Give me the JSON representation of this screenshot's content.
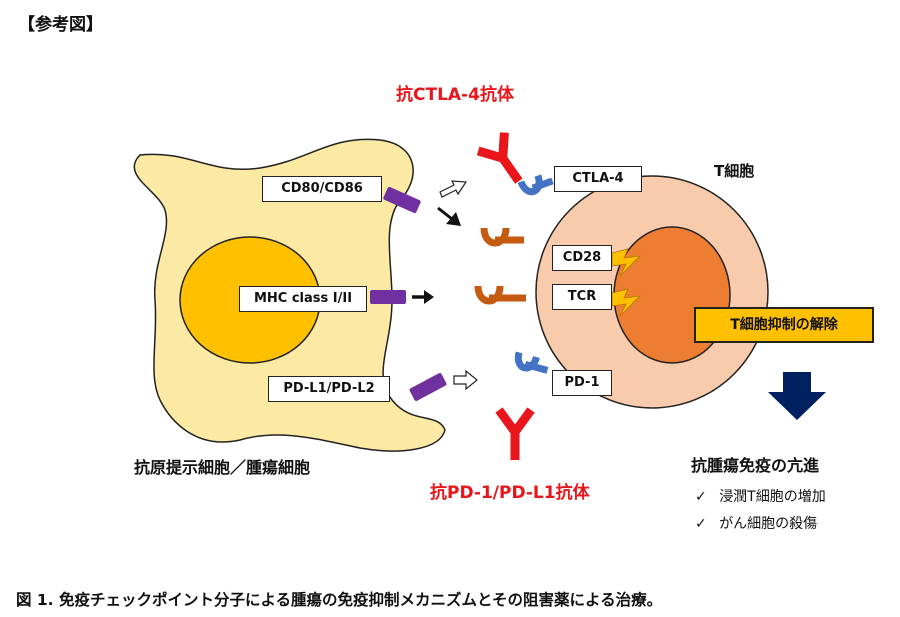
{
  "header": {
    "title": "【参考図】"
  },
  "apc": {
    "caption": "抗原提示細胞／腫瘍細胞",
    "molecules": [
      {
        "id": "cd80",
        "label": "CD80/CD86"
      },
      {
        "id": "mhc",
        "label": "MHC class I/II"
      },
      {
        "id": "pdl1",
        "label": "PD-L1/PD-L2"
      }
    ]
  },
  "tcell": {
    "title": "T細胞",
    "receptors": [
      {
        "id": "ctla4",
        "label": "CTLA-4"
      },
      {
        "id": "cd28",
        "label": "CD28"
      },
      {
        "id": "tcr",
        "label": "TCR"
      },
      {
        "id": "pd1",
        "label": "PD-1"
      }
    ],
    "release_label": "T細胞抑制の解除"
  },
  "antibodies": {
    "anti_ctla4": "抗CTLA-4抗体",
    "anti_pd1": "抗PD-1/PD-L1抗体"
  },
  "effects": {
    "title": "抗腫瘍免疫の亢進",
    "check_glyph": "✓",
    "items": [
      "浸潤T細胞の増加",
      "がん細胞の殺傷"
    ]
  },
  "figure": {
    "caption": "図 1. 免疫チェックポイント分子による腫瘍の免疫抑制メカニズムとその阻害薬による治療。"
  },
  "colors": {
    "apc_fill": "#fce9a4",
    "apc_nucleus": "#ffc000",
    "tcell_fill": "#f8cbad",
    "tcell_nucleus": "#ed7d31",
    "ligand": "#7030a0",
    "antibody": "#e8161b",
    "receptor_blue": "#4472c4",
    "receptor_orange": "#c55a11",
    "lightning": "#ffc000",
    "down_arrow": "#002060"
  }
}
